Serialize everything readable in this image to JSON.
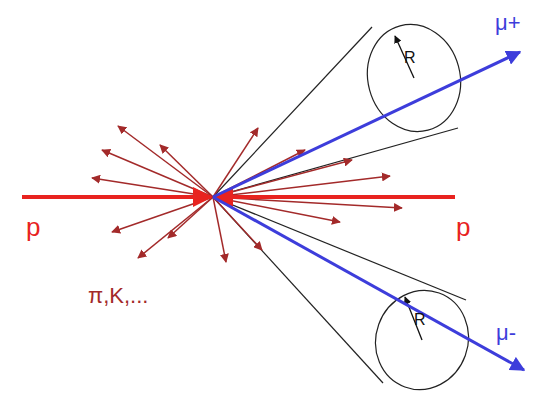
{
  "diagram": {
    "labels": [
      "p",
      "p",
      "π,K,...",
      "μ+",
      "μ-",
      "R",
      "R"
    ]
  }
}
